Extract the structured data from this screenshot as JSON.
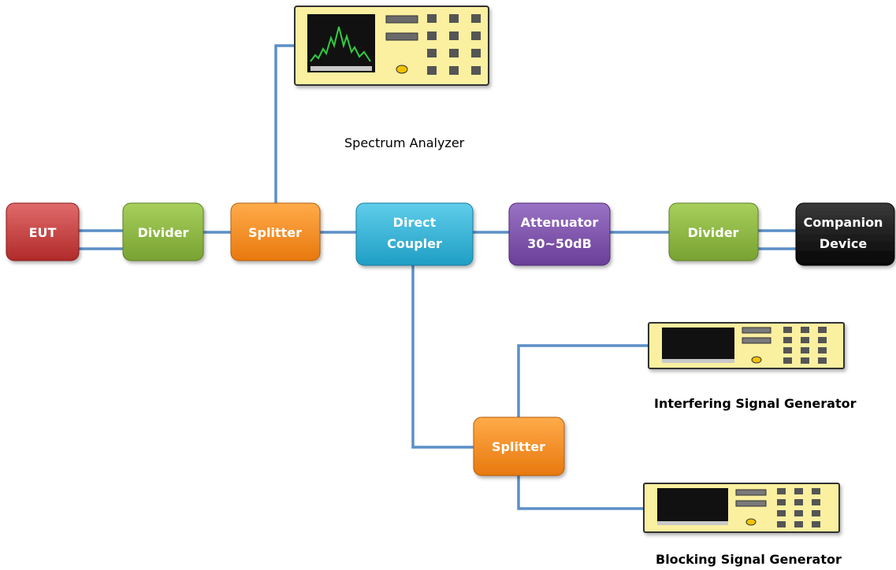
{
  "colors": {
    "wire": "#5b8fc7",
    "eut": "#c43a3a",
    "divider": "#8ab43f",
    "splitter": "#f28a1c",
    "coupler": "#2fb3d6",
    "attenuator": "#7b4fa9",
    "companion": "#111111",
    "instrument_body": "#fbf0a0",
    "screen": "#111111",
    "trace": "#2ecc40",
    "knob": "#f2c200"
  },
  "blocks": {
    "eut": {
      "label": "EUT"
    },
    "divider_left": {
      "label": "Divider"
    },
    "splitter_top": {
      "label": "Splitter"
    },
    "coupler": {
      "line1": "Direct",
      "line2": "Coupler"
    },
    "attenuator": {
      "line1": "Attenuator",
      "line2": "30~50dB"
    },
    "divider_right": {
      "label": "Divider"
    },
    "companion": {
      "line1": "Companion",
      "line2": "Device"
    },
    "splitter_bottom": {
      "label": "Splitter"
    }
  },
  "instruments": {
    "spectrum_analyzer": {
      "label": "Spectrum Analyzer",
      "icon": "spectrum-analyzer-icon"
    },
    "interfering_generator": {
      "label": "Interfering Signal Generator",
      "icon": "signal-generator-icon"
    },
    "blocking_generator": {
      "label": "Blocking Signal Generator",
      "icon": "signal-generator-icon"
    }
  }
}
